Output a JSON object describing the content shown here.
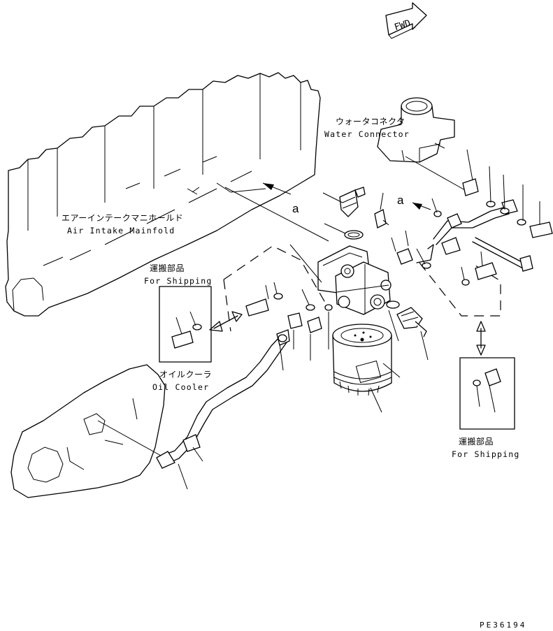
{
  "forward_marker": "FWD",
  "labels": {
    "water_connector_jp": "ウォータコネクタ",
    "water_connector_en": "Water Connector",
    "air_intake_jp": "エアーインテークマニホールド",
    "air_intake_en": "Air Intake Mainfold",
    "for_shipping_left_jp": "運搬部品",
    "for_shipping_left_en": "For Shipping",
    "oil_cooler_jp": "オイルクーラ",
    "oil_cooler_en": "Oil Cooler",
    "for_shipping_right_jp": "運搬部品",
    "for_shipping_right_en": "For Shipping",
    "ref_a_left": "a",
    "ref_a_right": "a"
  },
  "drawing_code": "PE36194"
}
